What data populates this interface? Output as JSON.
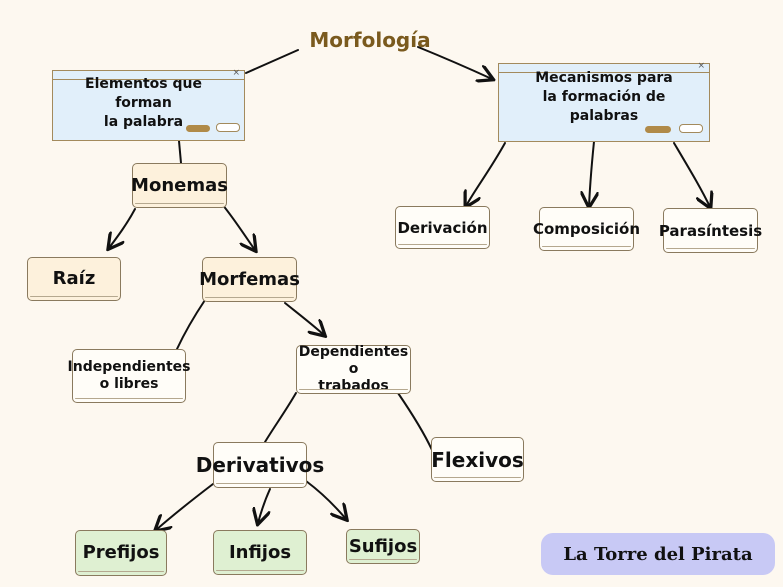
{
  "title": "Morfología",
  "mechanisms_box": {
    "text": "Mecanismos para\nla formación de\npalabras",
    "items": [
      "Derivación",
      "Composición",
      "Parasíntesis"
    ]
  },
  "elements_box": {
    "text": "Elementos que\nforman\nla palabra"
  },
  "monemas": "Monemas",
  "raiz": "Raíz",
  "morfemas": "Morfemas",
  "independientes": "Independientes\no libres",
  "dependientes": "Dependientes o\ntrabados",
  "derivativos": "Derivativos",
  "flexivos": "Flexivos",
  "derivative_types": [
    "Prefijos",
    "Infijos",
    "Sufijos"
  ],
  "brand": "La Torre del Pirata",
  "colors": {
    "background": "#fdf8f0",
    "title": "#7a5a1e",
    "window_fill": "#e1effa",
    "cream_node": "#fdf1dc",
    "green_node": "#dff0d2",
    "brand_badge": "#c8c9f5",
    "pill": "#b08a48"
  }
}
